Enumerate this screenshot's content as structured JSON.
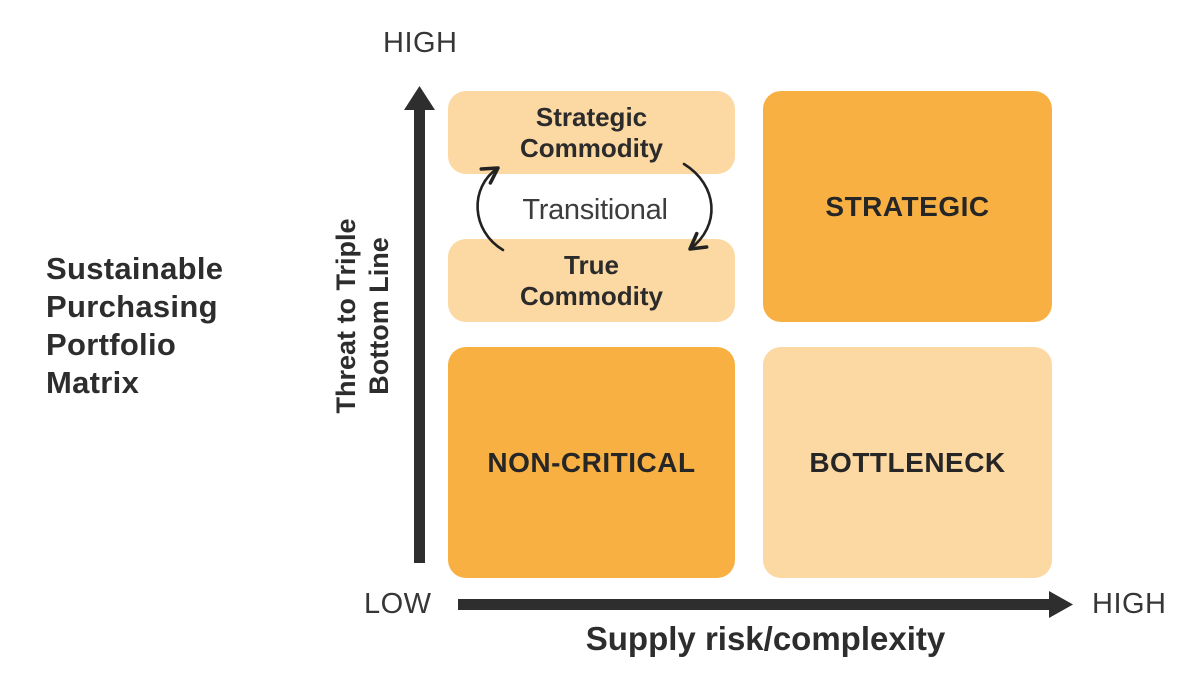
{
  "figure": {
    "title": "Sustainable\nPurchasing\nPortfolio\nMatrix"
  },
  "axes": {
    "y": {
      "label": "Threat to Triple\nBottom Line",
      "top_label": "HIGH"
    },
    "x": {
      "label": "Supply risk/complexity",
      "origin_label": "LOW",
      "end_label": "HIGH"
    }
  },
  "quadrants": {
    "top_left": {
      "strategic_commodity": "Strategic\nCommodity",
      "transitional": "Transitional",
      "true_commodity": "True\nCommodity"
    },
    "top_right": "STRATEGIC",
    "bottom_left": "NON-CRITICAL",
    "bottom_right": "BOTTLENECK"
  },
  "colors": {
    "dark_orange": "#F8B042",
    "light_orange": "#FCD8A2",
    "ink": "#2D2D2D"
  }
}
